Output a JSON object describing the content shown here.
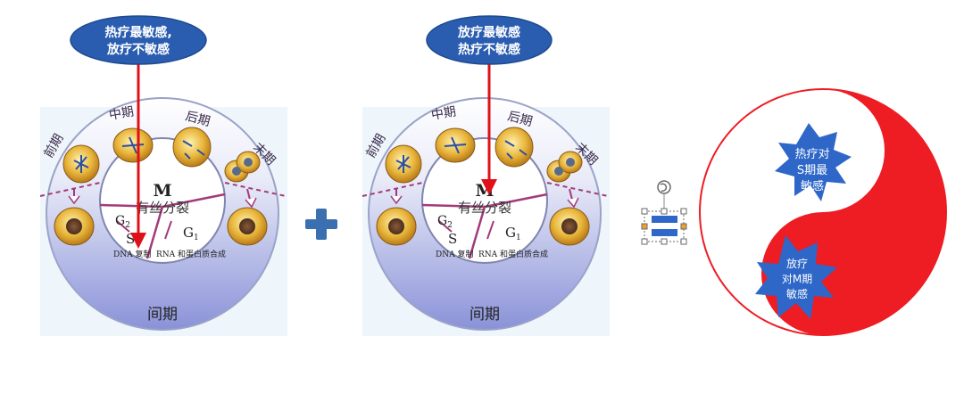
{
  "cycle_left": {
    "callout": {
      "line1": "热疗最敏感,",
      "line2": "放疗不敏感"
    },
    "phases": {
      "prophase": "前期",
      "metaphase": "中期",
      "anaphase": "后期",
      "telophase": "末期"
    },
    "center": {
      "m": "M",
      "mitosis": "有丝分裂",
      "g2": "G",
      "g2_sub": "2",
      "s": "S",
      "g1": "G",
      "g1_sub": "1",
      "dna": "DNA 复制",
      "rna": "RNA 和蛋白质合成"
    },
    "interphase": "间期"
  },
  "cycle_right": {
    "callout": {
      "line1": "放疗最敏感",
      "line2": "热疗不敏感"
    },
    "phases": {
      "prophase": "前期",
      "metaphase": "中期",
      "anaphase": "后期",
      "telophase": "末期"
    },
    "center": {
      "m": "M",
      "mitosis": "有丝分裂",
      "g2": "G",
      "g2_sub": "2",
      "s": "S",
      "g1": "G",
      "g1_sub": "1",
      "dna": "DNA 复制",
      "rna": "RNA 和蛋白质合成"
    },
    "interphase": "间期"
  },
  "yin_yang": {
    "top_star": {
      "line1": "热疗对",
      "line2": "S期最",
      "line3": "敏感"
    },
    "bottom_star": {
      "line1": "放疗",
      "line2": "对M期",
      "line3": "敏感"
    }
  },
  "colors": {
    "callout_fill": "#2a5db0",
    "arrow": "#e0101a",
    "ring_top": "#f4f4fb",
    "ring_bottom": "#8e96dc",
    "plus": "#3a6fb0",
    "yin_red": "#ee1c23",
    "star": "#2e67c8",
    "mitosis_line": "#a33a7b"
  }
}
